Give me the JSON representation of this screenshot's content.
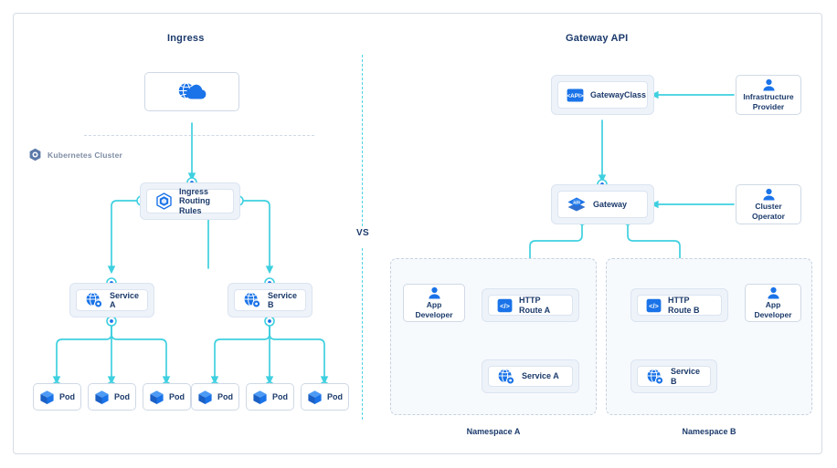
{
  "diagram": {
    "title_left": "Ingress",
    "title_right": "Gateway API",
    "vs_label": "VS",
    "cluster_label": "Kubernetes Cluster",
    "accent_cyan": "#3fd0e0",
    "accent_blue": "#1a73e8",
    "text_navy": "#1b3a6b",
    "panel_tint": "#eef3fa",
    "border_grey": "#cfd9e6"
  },
  "ingress_side": {
    "internet": {
      "label": "",
      "icon": "globe-cloud-icon"
    },
    "ingress_rules": {
      "label": "Ingress\nRouting Rules",
      "icon": "kubernetes-hexagon-icon"
    },
    "services": [
      {
        "label": "Service A",
        "icon": "service-globe-gear-icon"
      },
      {
        "label": "Service B",
        "icon": "service-globe-gear-icon"
      }
    ],
    "pods_a": [
      {
        "label": "Pod",
        "icon": "pod-cube-icon"
      },
      {
        "label": "Pod",
        "icon": "pod-cube-icon"
      },
      {
        "label": "Pod",
        "icon": "pod-cube-icon"
      }
    ],
    "pods_b": [
      {
        "label": "Pod",
        "icon": "pod-cube-icon"
      },
      {
        "label": "Pod",
        "icon": "pod-cube-icon"
      },
      {
        "label": "Pod",
        "icon": "pod-cube-icon"
      }
    ]
  },
  "gateway_side": {
    "gatewayclass": {
      "label": "GatewayClass",
      "icon": "gatewayclass-api-icon"
    },
    "gateway": {
      "label": "Gateway",
      "icon": "gateway-api-diamond-icon"
    },
    "infra_provider": {
      "line1": "Infrastructure",
      "line2": "Provider",
      "icon": "person-icon"
    },
    "cluster_operator": {
      "line1": "Cluster",
      "line2": "Operator",
      "icon": "person-icon"
    },
    "namespace_a": {
      "label": "Namespace A",
      "app_developer": {
        "line1": "App",
        "line2": "Developer",
        "icon": "person-icon"
      },
      "http_route": {
        "label": "HTTP Route A",
        "icon": "code-brackets-icon"
      },
      "service": {
        "label": "Service A",
        "icon": "service-globe-gear-icon"
      }
    },
    "namespace_b": {
      "label": "Namespace B",
      "app_developer": {
        "line1": "App",
        "line2": "Developer",
        "icon": "person-icon"
      },
      "http_route": {
        "label": "HTTP Route B",
        "icon": "code-brackets-icon"
      },
      "service": {
        "label": "Service B",
        "icon": "service-globe-gear-icon"
      }
    }
  }
}
